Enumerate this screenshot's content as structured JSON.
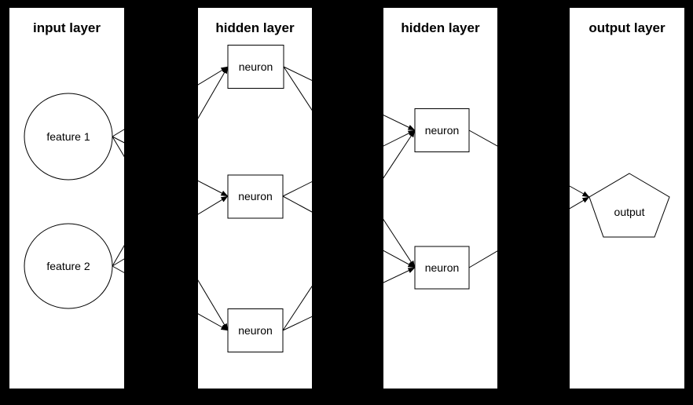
{
  "diagram": {
    "type": "neural-network-diagram",
    "background_color": "#000000",
    "panel_color": "#ffffff",
    "line_color": "#000000",
    "text_color": "#000000",
    "layers": [
      {
        "id": "input",
        "title": "input layer",
        "nodes": [
          {
            "id": "f1",
            "shape": "ellipse",
            "label": "feature 1"
          },
          {
            "id": "f2",
            "shape": "ellipse",
            "label": "feature 2"
          }
        ]
      },
      {
        "id": "hidden1",
        "title": "hidden layer",
        "nodes": [
          {
            "id": "h1n1",
            "shape": "rect",
            "label": "neuron"
          },
          {
            "id": "h1n2",
            "shape": "rect",
            "label": "neuron"
          },
          {
            "id": "h1n3",
            "shape": "rect",
            "label": "neuron"
          }
        ]
      },
      {
        "id": "hidden2",
        "title": "hidden layer",
        "nodes": [
          {
            "id": "h2n1",
            "shape": "rect",
            "label": "neuron"
          },
          {
            "id": "h2n2",
            "shape": "rect",
            "label": "neuron"
          }
        ]
      },
      {
        "id": "output",
        "title": "output layer",
        "nodes": [
          {
            "id": "out",
            "shape": "pentagon",
            "label": "output"
          }
        ]
      }
    ],
    "edges": [
      {
        "from": "f1",
        "to": "h1n1"
      },
      {
        "from": "f1",
        "to": "h1n2"
      },
      {
        "from": "f1",
        "to": "h1n3"
      },
      {
        "from": "f2",
        "to": "h1n1"
      },
      {
        "from": "f2",
        "to": "h1n2"
      },
      {
        "from": "f2",
        "to": "h1n3"
      },
      {
        "from": "h1n1",
        "to": "h2n1"
      },
      {
        "from": "h1n1",
        "to": "h2n2"
      },
      {
        "from": "h1n2",
        "to": "h2n1"
      },
      {
        "from": "h1n2",
        "to": "h2n2"
      },
      {
        "from": "h1n3",
        "to": "h2n1"
      },
      {
        "from": "h1n3",
        "to": "h2n2"
      },
      {
        "from": "h2n1",
        "to": "out"
      },
      {
        "from": "h2n2",
        "to": "out"
      }
    ]
  }
}
